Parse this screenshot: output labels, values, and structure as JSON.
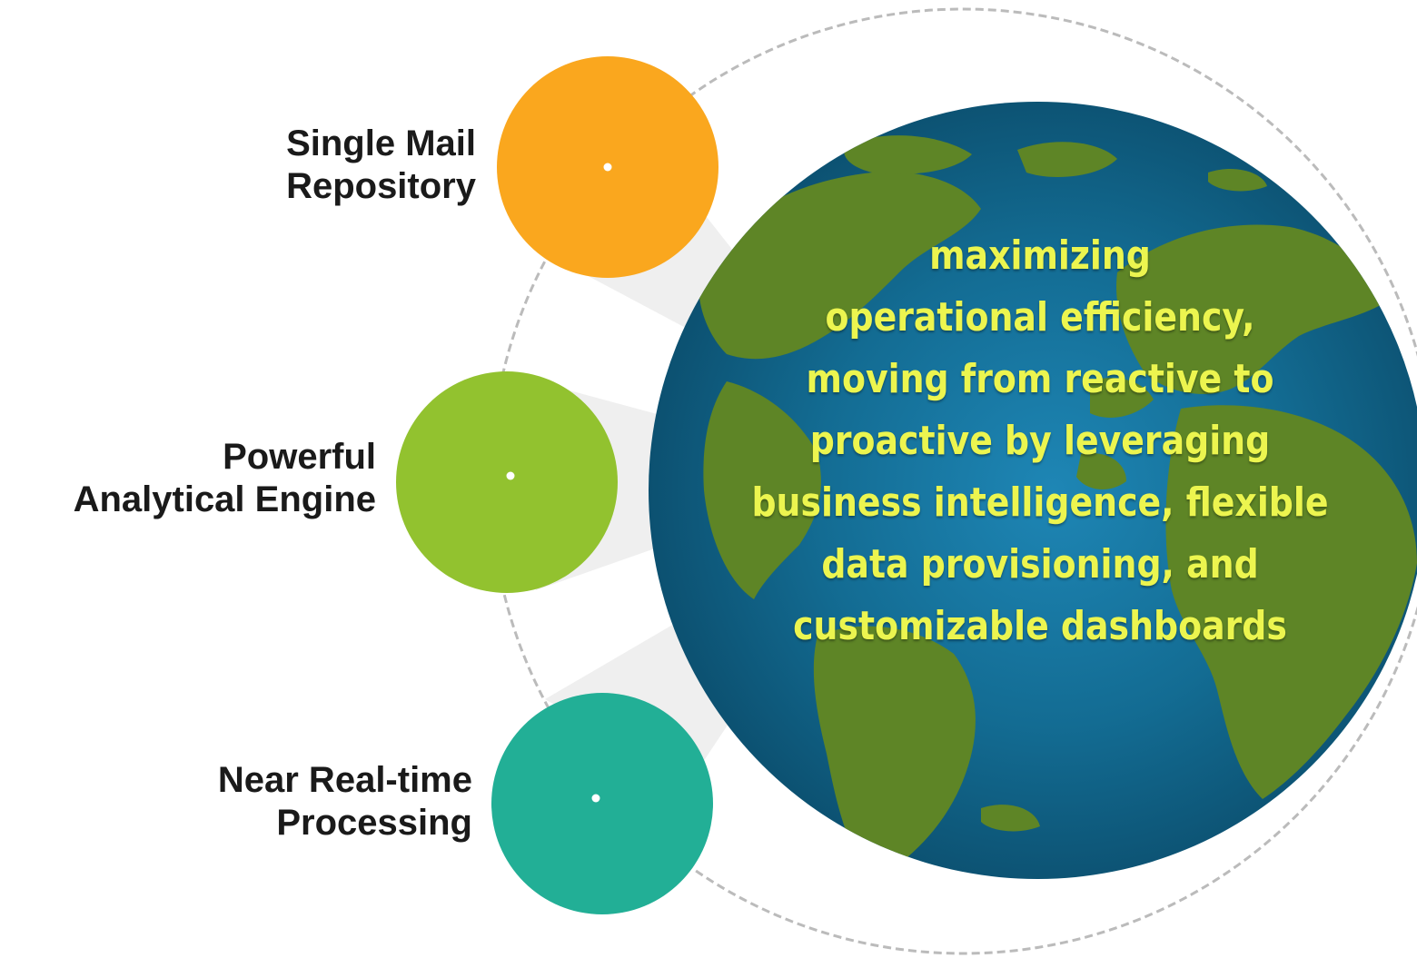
{
  "pillars": [
    {
      "line1": "Single Mail",
      "line2": "Repository",
      "color": "#FAA71E"
    },
    {
      "line1": "Powerful",
      "line2": "Analytical Engine",
      "color": "#92C22F"
    },
    {
      "line1": "Near Real-time",
      "line2": "Processing",
      "color": "#22AF96"
    }
  ],
  "globe": {
    "text_lines": [
      "maximizing",
      "operational efficiency,",
      "moving from reactive to",
      "proactive by leveraging",
      "business intelligence, flexible",
      "data provisioning, and",
      "customizable dashboards"
    ],
    "ocean_color": "#0E5C7F",
    "land_color": "#5E8526",
    "text_color": "#ECF54F"
  },
  "outline_color": "#BBBBBB"
}
